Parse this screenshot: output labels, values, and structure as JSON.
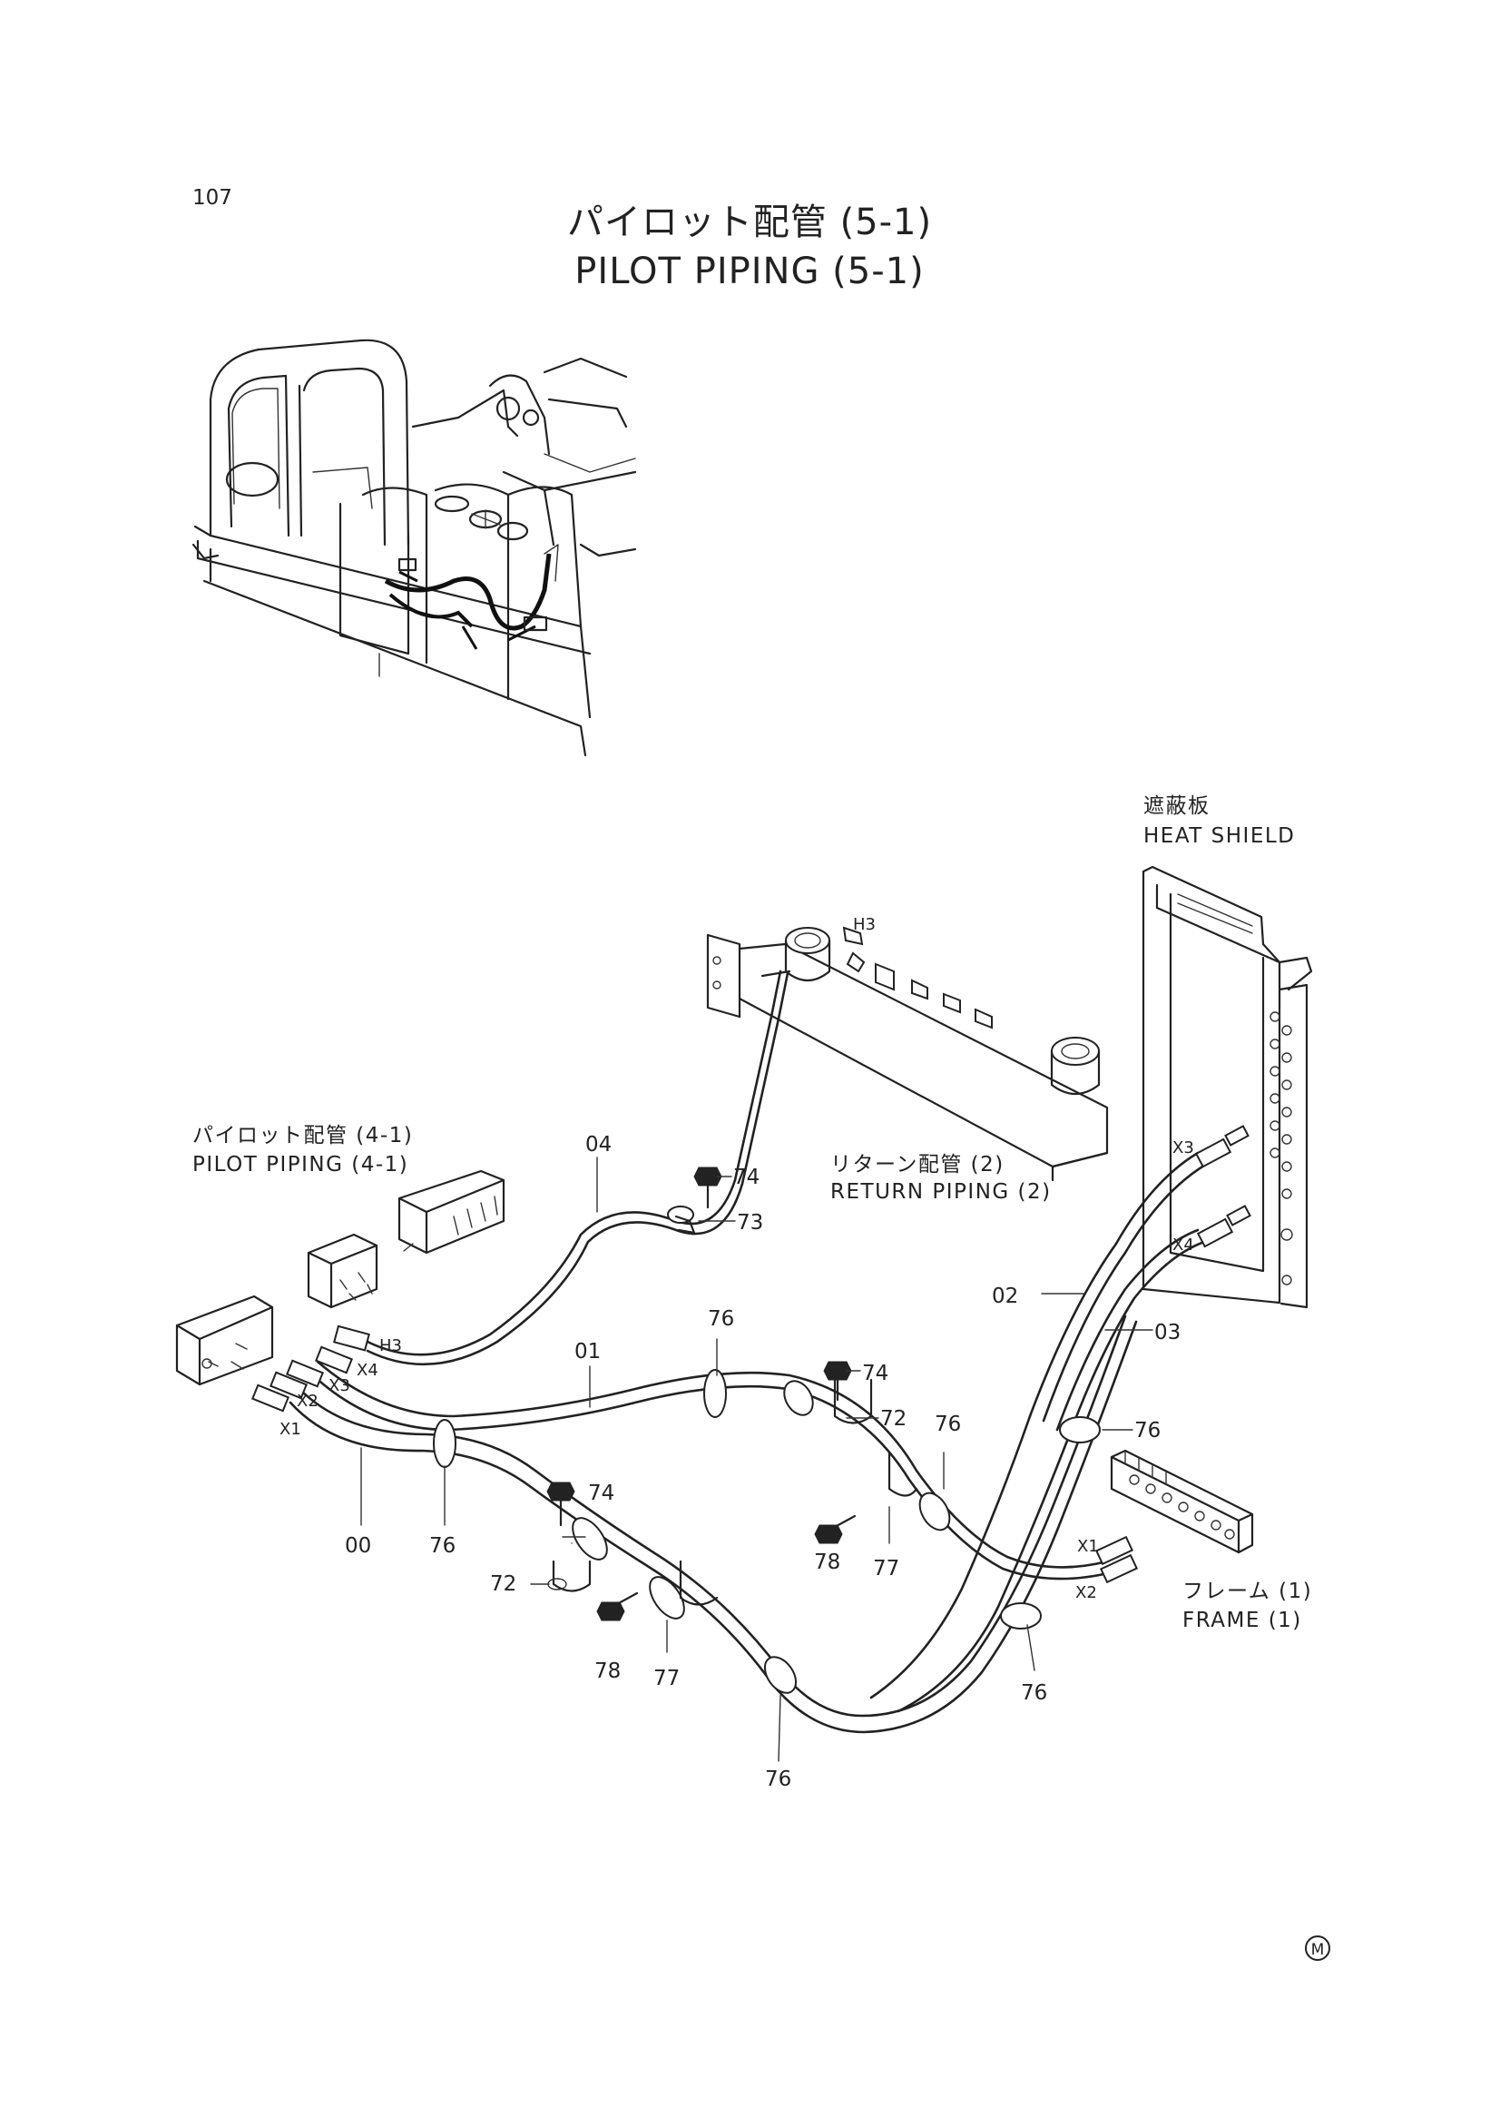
{
  "page": {
    "number": "107",
    "title_jp": "パイロット配管 (5-1)",
    "title_en": "PILOT PIPING (5-1)",
    "mark": "M"
  },
  "callouts": {
    "heat_shield": {
      "jp": "遮蔽板",
      "en": "HEAT SHIELD"
    },
    "pilot_piping_ref": {
      "jp": "パイロット配管 (4-1)",
      "en": "PILOT PIPING (4-1)"
    },
    "return_piping_ref": {
      "jp": "リターン配管 (2)",
      "en": "RETURN PIPING (2)"
    },
    "frame_ref": {
      "jp": "フレーム (1)",
      "en": "FRAME (1)"
    }
  },
  "part_numbers": {
    "p00": "00",
    "p01": "01",
    "p02": "02",
    "p03": "03",
    "p04": "04",
    "p72a": "72",
    "p72b": "72",
    "p73": "73",
    "p74a": "74",
    "p74b": "74",
    "p74c": "74",
    "p76a": "76",
    "p76b": "76",
    "p76c": "76",
    "p76d": "76",
    "p76e": "76",
    "p76f": "76",
    "p77a": "77",
    "p77b": "77",
    "p78a": "78",
    "p78b": "78"
  },
  "ports": {
    "h3_top": "H3",
    "h3_left": "H3",
    "x1_left": "X1",
    "x2_left": "X2",
    "x3_left": "X3",
    "x4_left": "X4",
    "x3_shield": "X3",
    "x4_shield": "X4",
    "x1_frame": "X1",
    "x2_frame": "X2"
  }
}
